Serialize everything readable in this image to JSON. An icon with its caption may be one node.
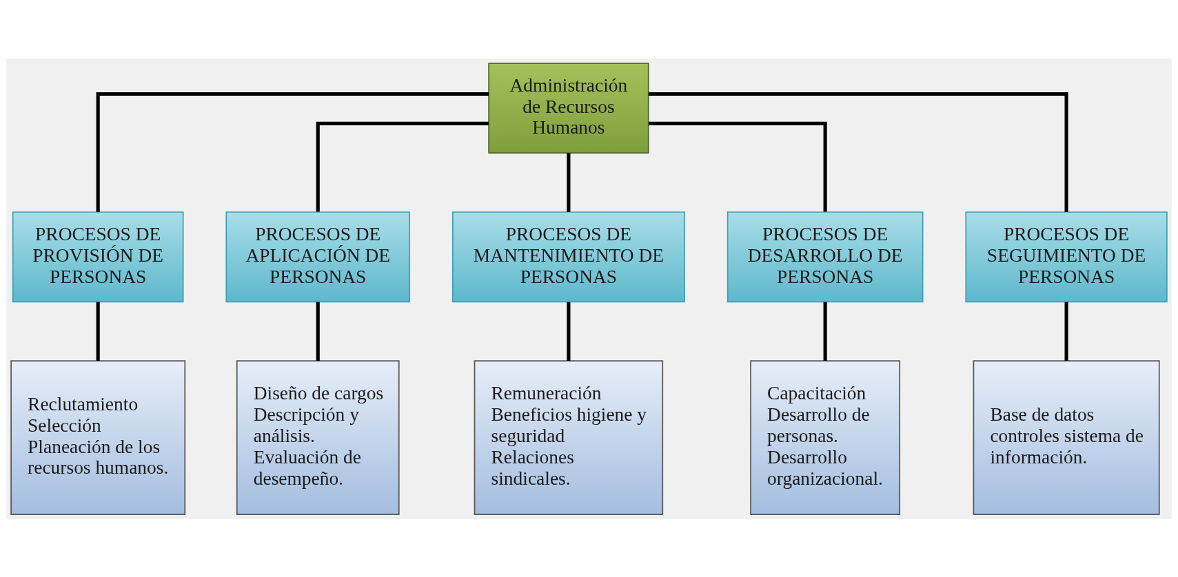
{
  "diagram": {
    "nodes": [
      {
        "text": [
          "Administración de Recursos Humanos"
        ]
      },
      {
        "text": [
          "PROCESOS DE PROVISIÓN DE PERSONAS"
        ]
      },
      {
        "text": [
          "PROCESOS DE APLICACIÓN DE PERSONAS"
        ]
      },
      {
        "text": [
          "PROCESOS DE MANTENIMIENTO DE PERSONAS"
        ]
      },
      {
        "text": [
          "PROCESOS DE DESARROLLO DE PERSONAS"
        ]
      },
      {
        "text": [
          "PROCESOS DE SEGUIMIENTO DE PERSONAS"
        ]
      },
      {
        "text": [
          "Reclutamiento",
          "Selección",
          "Planeación de los recursos humanos."
        ]
      },
      {
        "text": [
          "Diseño de cargos",
          "Descripción y análisis.",
          "Evaluación de desempeño."
        ]
      },
      {
        "text": [
          "Remuneración",
          "Beneficios higiene y seguridad",
          "Relaciones sindicales."
        ]
      },
      {
        "text": [
          "Capacitación",
          "Desarrollo de personas.",
          "Desarrollo organizacional."
        ]
      },
      {
        "text": [
          "Base de datos controles sistema de información."
        ]
      }
    ],
    "edges": [
      {
        "from": 0,
        "to": 1,
        "arrow": "none"
      },
      {
        "from": 0,
        "to": 2,
        "arrow": "none"
      },
      {
        "from": 0,
        "to": 3,
        "arrow": "none"
      },
      {
        "from": 0,
        "to": 4,
        "arrow": "none"
      },
      {
        "from": 0,
        "to": 5,
        "arrow": "none"
      },
      {
        "from": 1,
        "to": 6,
        "arrow": "none"
      },
      {
        "from": 2,
        "to": 7,
        "arrow": "none"
      },
      {
        "from": 3,
        "to": 8,
        "arrow": "none"
      },
      {
        "from": 4,
        "to": 9,
        "arrow": "none"
      },
      {
        "from": 5,
        "to": 10,
        "arrow": "none"
      }
    ]
  }
}
